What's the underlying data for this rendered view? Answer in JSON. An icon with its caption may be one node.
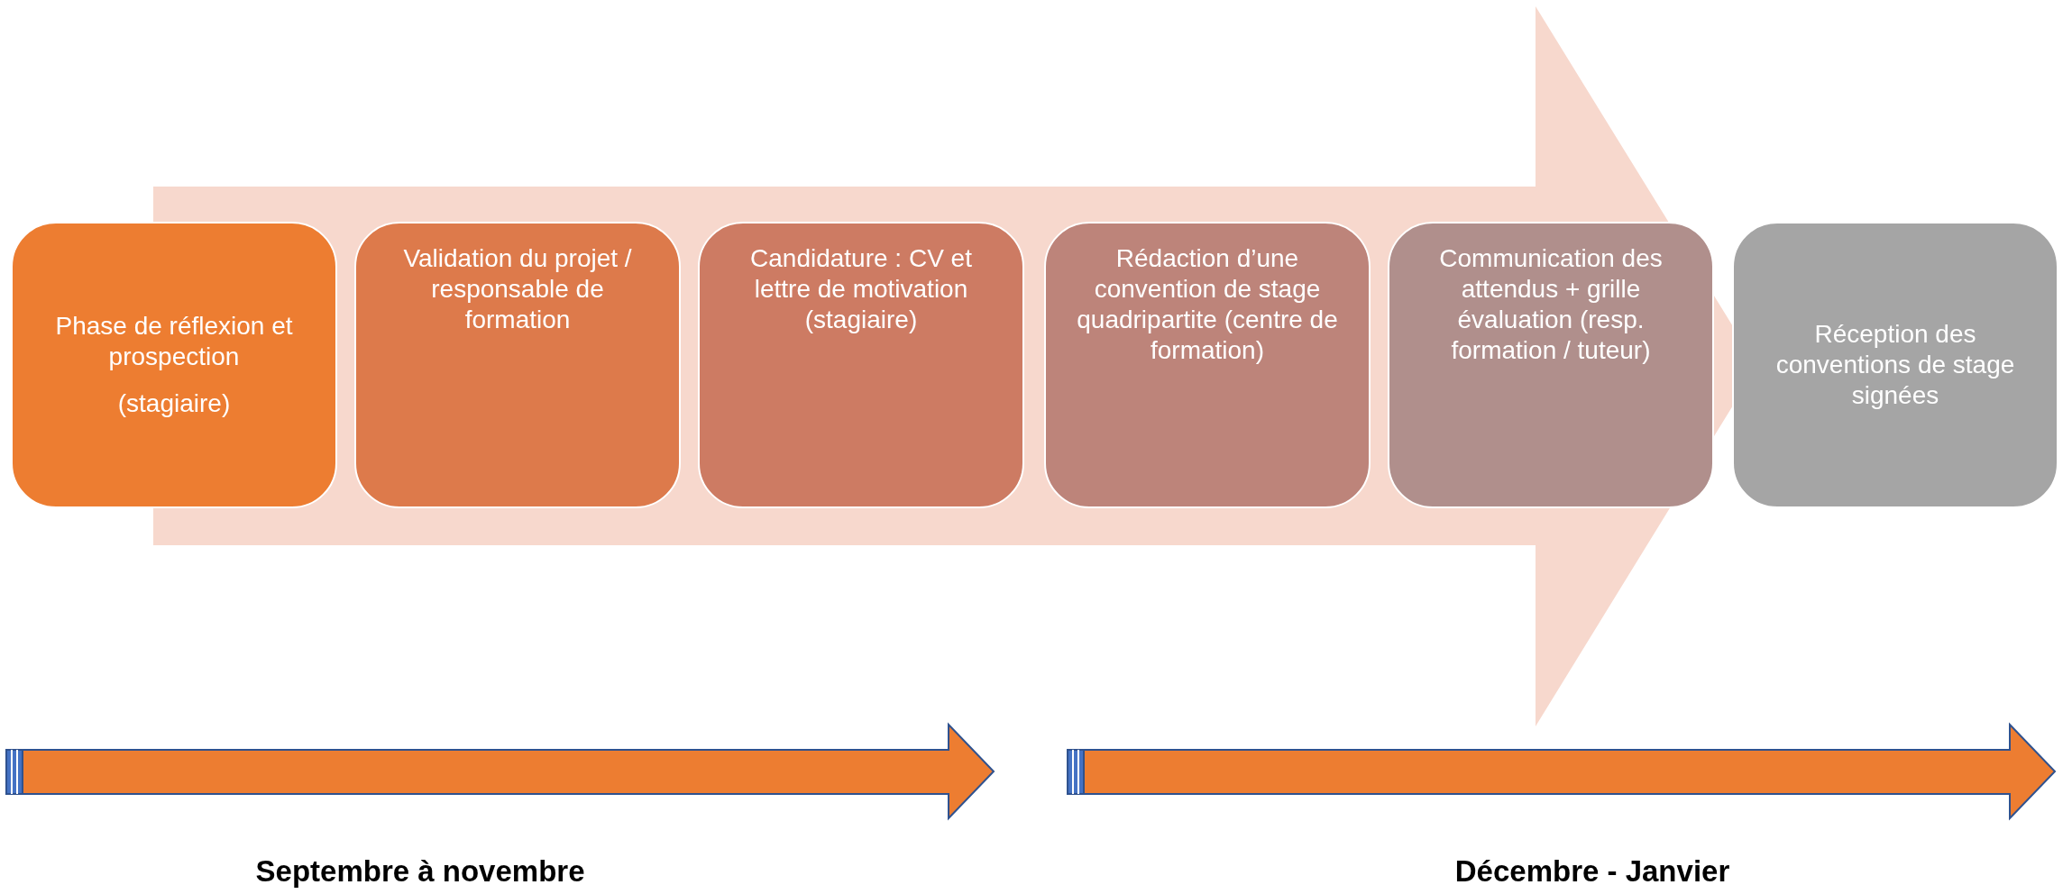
{
  "diagram": {
    "nodes": [
      {
        "text": [
          "Phase de réflexion et prospection",
          "(stagiaire)"
        ]
      },
      {
        "text": [
          "Validation du projet / responsable de formation"
        ]
      },
      {
        "text": [
          "Candidature : CV et lettre de motivation (stagiaire)"
        ]
      },
      {
        "text": [
          "Rédaction d’une convention de stage quadripartite (centre de formation)"
        ]
      },
      {
        "text": [
          "Communication des attendus + grille évaluation (resp. formation / tuteur)"
        ]
      },
      {
        "text": [
          "Réception des conventions de stage signées"
        ]
      }
    ],
    "labels": [
      "Septembre à novembre",
      "Décembre - Janvier"
    ]
  }
}
